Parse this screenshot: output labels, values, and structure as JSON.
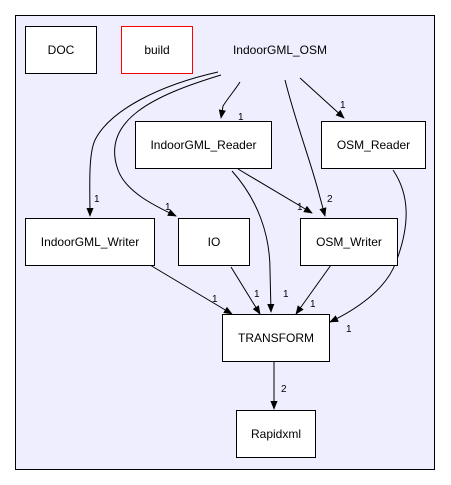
{
  "diagram": {
    "root_label": "IndoorGML_OSM",
    "colors": {
      "cluster_fill": "#EEEEFF",
      "cluster_stroke": "#000000",
      "node_fill": "#FFFFFF",
      "node_stroke": "#000000",
      "external_dir_stroke": "#FF0000",
      "edge": "#000000"
    },
    "external_nodes": [
      {
        "id": "doc",
        "label": "DOC",
        "stroke": "black"
      },
      {
        "id": "build",
        "label": "build",
        "stroke": "red"
      }
    ],
    "nodes": [
      {
        "id": "indoorgml_reader",
        "label": "IndoorGML_Reader"
      },
      {
        "id": "osm_reader",
        "label": "OSM_Reader"
      },
      {
        "id": "indoorgml_writer",
        "label": "IndoorGML_Writer"
      },
      {
        "id": "io",
        "label": "IO"
      },
      {
        "id": "osm_writer",
        "label": "OSM_Writer"
      },
      {
        "id": "transform",
        "label": "TRANSFORM"
      },
      {
        "id": "rapidxml",
        "label": "Rapidxml"
      }
    ],
    "edges": [
      {
        "id": "root-to-indoorgml_reader",
        "from": "IndoorGML_OSM",
        "to": "IndoorGML_Reader",
        "label": "1"
      },
      {
        "id": "root-to-osm_reader",
        "from": "IndoorGML_OSM",
        "to": "OSM_Reader",
        "label": "1"
      },
      {
        "id": "root-to-indoorgml_writer",
        "from": "IndoorGML_OSM",
        "to": "IndoorGML_Writer",
        "label": "1"
      },
      {
        "id": "root-to-io",
        "from": "IndoorGML_OSM",
        "to": "IO",
        "label": "1"
      },
      {
        "id": "root-to-osm_writer",
        "from": "IndoorGML_OSM",
        "to": "OSM_Writer",
        "label": "2"
      },
      {
        "id": "indoorgml_reader-to-osm_writer",
        "from": "IndoorGML_Reader",
        "to": "OSM_Writer",
        "label": "1"
      },
      {
        "id": "indoorgml_reader-to-transform",
        "from": "IndoorGML_Reader",
        "to": "TRANSFORM",
        "label": "1"
      },
      {
        "id": "osm_reader-to-transform",
        "from": "OSM_Reader",
        "to": "TRANSFORM",
        "label": "1"
      },
      {
        "id": "indoorgml_writer-to-transform",
        "from": "IndoorGML_Writer",
        "to": "TRANSFORM",
        "label": "1"
      },
      {
        "id": "io-to-transform",
        "from": "IO",
        "to": "TRANSFORM",
        "label": "1"
      },
      {
        "id": "osm_writer-to-transform",
        "from": "OSM_Writer",
        "to": "TRANSFORM",
        "label": "1"
      },
      {
        "id": "transform-to-rapidxml",
        "from": "TRANSFORM",
        "to": "Rapidxml",
        "label": "2"
      }
    ]
  }
}
